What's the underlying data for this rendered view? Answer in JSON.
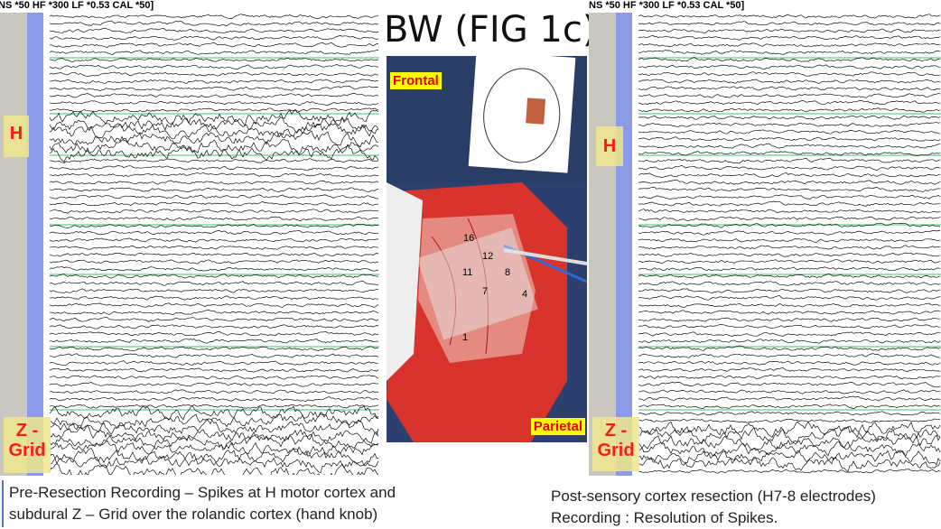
{
  "title": "BW (FIG 1c)",
  "left_panel": {
    "header": "NS *50  HF *300  LF *0.53  CAL *50]",
    "tag_h": "H",
    "tag_z": "Z - Grid"
  },
  "right_panel": {
    "header": "NS *50  HF *300  LF *0.53  CAL *50]",
    "tag_h": "H",
    "tag_z": "Z - Grid"
  },
  "photo": {
    "label_frontal": "Frontal",
    "label_parietal": "Parietal",
    "electrodes": [
      "16",
      "12",
      "11",
      "8",
      "7",
      "4",
      "1"
    ]
  },
  "captions": {
    "left_line1": "Pre-Resection Recording – Spikes at H motor cortex and",
    "left_line2": "subdural Z – Grid over the rolandic cortex (hand knob)",
    "right_line1": "Post-sensory cortex resection (H7-8 electrodes)",
    "right_line2": "Recording : Resolution of Spikes."
  },
  "colors": {
    "tag_text": "#ff1a1a",
    "separator": "#7fd89a",
    "label_bg": "#ffff00"
  }
}
